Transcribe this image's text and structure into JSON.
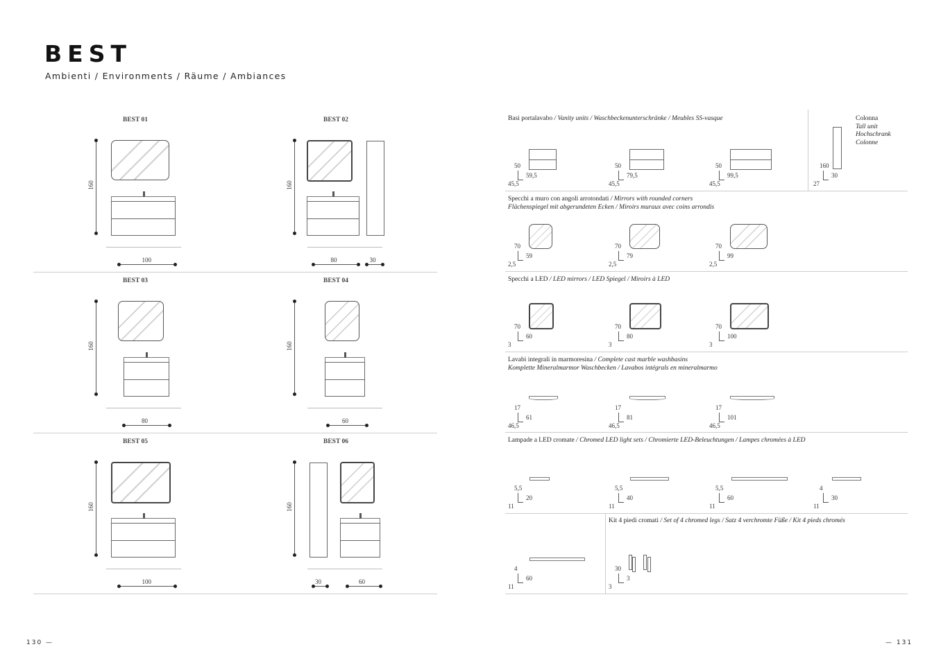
{
  "header": {
    "title": "BEST",
    "subtitle": "Ambienti / Environments / Räume / Ambiances"
  },
  "pages": {
    "left": "130 —",
    "right": "— 131"
  },
  "compositions": [
    {
      "title": "BEST 01",
      "height": "160",
      "widths": [
        "100"
      ]
    },
    {
      "title": "BEST 02",
      "height": "160",
      "widths": [
        "80",
        "30"
      ]
    },
    {
      "title": "BEST 03",
      "height": "160",
      "widths": [
        "80"
      ]
    },
    {
      "title": "BEST 04",
      "height": "160",
      "widths": [
        "60"
      ]
    },
    {
      "title": "BEST 05",
      "height": "160",
      "widths": [
        "100"
      ]
    },
    {
      "title": "BEST 06",
      "height": "160",
      "widths": [
        "30",
        "60"
      ]
    }
  ],
  "sections": {
    "vanity": {
      "it": "Basi portalavabo",
      "rest": " / Vanity units / Waschbeckenunterschränke / Meubles SS-vasque",
      "items": [
        {
          "h": "50",
          "w": "59,5",
          "d": "45,5"
        },
        {
          "h": "50",
          "w": "79,5",
          "d": "45,5"
        },
        {
          "h": "50",
          "w": "99,5",
          "d": "45,5"
        }
      ]
    },
    "column": {
      "lines": [
        "Colonna",
        "Tall unit",
        "Hochschrank",
        "Colonne"
      ],
      "item": {
        "h": "160",
        "w": "30",
        "d": "27"
      }
    },
    "mirrors": {
      "it": "Specchi a muro con angoli arrotondati",
      "rest": " / Mirrors with rounded corners",
      "line2": "Flächenspiegel mit abgerundeten Ecken / Miroirs muraux avec coins arrondis",
      "items": [
        {
          "h": "70",
          "w": "59",
          "d": "2,5"
        },
        {
          "h": "70",
          "w": "79",
          "d": "2,5"
        },
        {
          "h": "70",
          "w": "99",
          "d": "2,5"
        }
      ]
    },
    "led_mirrors": {
      "it": "Specchi a LED",
      "rest": " / LED mirrors / LED Spiegel / Miroirs à LED",
      "items": [
        {
          "h": "70",
          "w": "60",
          "d": "3"
        },
        {
          "h": "70",
          "w": "80",
          "d": "3"
        },
        {
          "h": "70",
          "w": "100",
          "d": "3"
        }
      ]
    },
    "basins": {
      "it": "Lavabi integrali in marmoresina",
      "rest": " / Complete cast marble washbasins",
      "line2": "Komplette Mineralmarmor Waschbecken / Lavabos intégrals en mineralmarmo",
      "items": [
        {
          "h": "17",
          "w": "61",
          "d": "46,5"
        },
        {
          "h": "17",
          "w": "81",
          "d": "46,5"
        },
        {
          "h": "17",
          "w": "101",
          "d": "46,5"
        }
      ]
    },
    "lamps": {
      "it": "Lampade a LED cromate",
      "rest": " / Chromed LED light sets / Chromierte LED-Beleuchtungen / Lampes chromées à LED",
      "items": [
        {
          "h": "5,5",
          "w": "20",
          "d": "11"
        },
        {
          "h": "5,5",
          "w": "40",
          "d": "11"
        },
        {
          "h": "5,5",
          "w": "60",
          "d": "11"
        },
        {
          "h": "4",
          "w": "30",
          "d": "11"
        },
        {
          "h": "4",
          "w": "60",
          "d": "11"
        }
      ]
    },
    "legs": {
      "it": "Kit 4 piedi cromati",
      "rest": " / Set of 4 chromed legs / Satz 4 verchromte Füße / Kit 4 pieds chromés",
      "item": {
        "h": "30",
        "w": "3",
        "d": "3"
      }
    }
  }
}
